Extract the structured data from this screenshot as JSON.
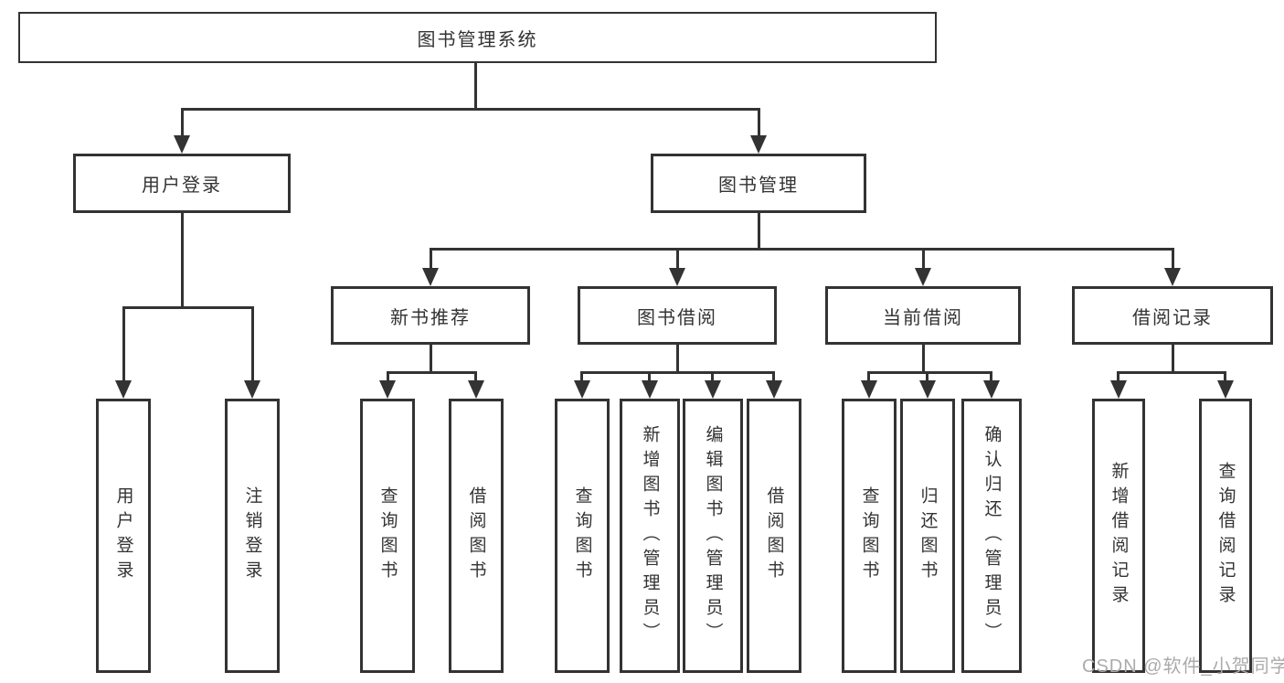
{
  "diagram": {
    "type": "hierarchy-diagram",
    "watermark": "CSDN @软件_小贺同学",
    "colors": {
      "line": "#333333",
      "box_border": "#333333",
      "box_fill": "#ffffff",
      "text": "#333333",
      "watermark_text": "#ababab",
      "background": "#ffffff"
    },
    "tree": {
      "label": "图书管理系统",
      "children": [
        {
          "label": "用户登录",
          "children": [
            {
              "label": "用户登录"
            },
            {
              "label": "注销登录"
            }
          ]
        },
        {
          "label": "图书管理",
          "children": [
            {
              "label": "新书推荐",
              "children": [
                {
                  "label": "查询图书"
                },
                {
                  "label": "借阅图书"
                }
              ]
            },
            {
              "label": "图书借阅",
              "children": [
                {
                  "label": "查询图书"
                },
                {
                  "label": "新增图书（管理员）"
                },
                {
                  "label": "编辑图书（管理员）"
                },
                {
                  "label": "借阅图书"
                }
              ]
            },
            {
              "label": "当前借阅",
              "children": [
                {
                  "label": "查询图书"
                },
                {
                  "label": "归还图书"
                },
                {
                  "label": "确认归还（管理员）"
                }
              ]
            },
            {
              "label": "借阅记录",
              "children": [
                {
                  "label": "新增借阅记录"
                },
                {
                  "label": "查询借阅记录"
                }
              ]
            }
          ]
        }
      ]
    }
  }
}
